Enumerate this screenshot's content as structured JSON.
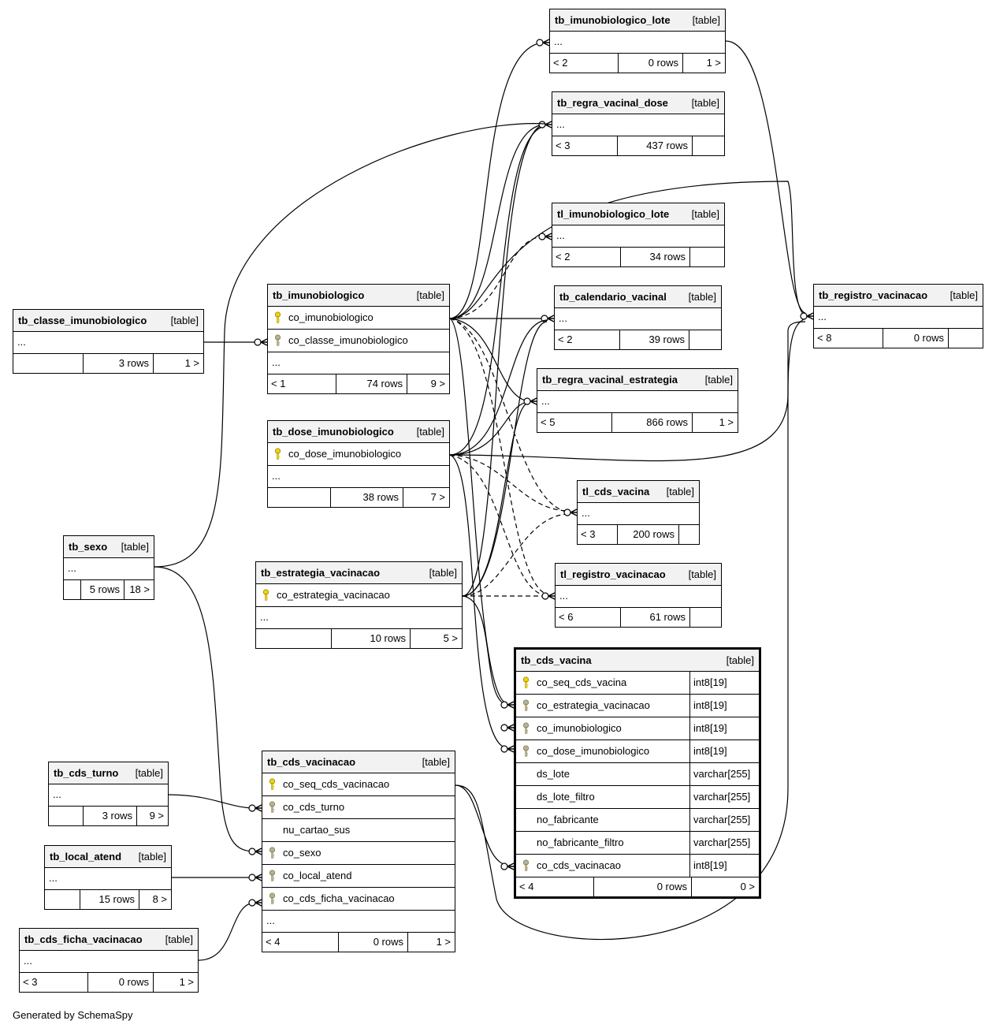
{
  "footer_text": "Generated by SchemaSpy",
  "table_type_label": "[table]",
  "colors": {
    "primary_key": "#f2d500",
    "foreign_key": "#b0b0b0",
    "header_bg": "#f2f2f2"
  },
  "tables": {
    "tb_imunobiologico_lote": {
      "name": "tb_imunobiologico_lote",
      "columns": [],
      "parents": "< 2",
      "rows": "0 rows",
      "children": "1 >"
    },
    "tb_regra_vacinal_dose": {
      "name": "tb_regra_vacinal_dose",
      "columns": [],
      "parents": "< 3",
      "rows": "437 rows",
      "children": ""
    },
    "tl_imunobiologico_lote": {
      "name": "tl_imunobiologico_lote",
      "columns": [],
      "parents": "< 2",
      "rows": "34 rows",
      "children": ""
    },
    "tb_calendario_vacinal": {
      "name": "tb_calendario_vacinal",
      "columns": [],
      "parents": "< 2",
      "rows": "39 rows",
      "children": ""
    },
    "tb_regra_vacinal_estrategia": {
      "name": "tb_regra_vacinal_estrategia",
      "columns": [],
      "parents": "< 5",
      "rows": "866 rows",
      "children": "1 >"
    },
    "tl_cds_vacina": {
      "name": "tl_cds_vacina",
      "columns": [],
      "parents": "< 3",
      "rows": "200 rows",
      "children": ""
    },
    "tl_registro_vacinacao": {
      "name": "tl_registro_vacinacao",
      "columns": [],
      "parents": "< 6",
      "rows": "61 rows",
      "children": ""
    },
    "tb_registro_vacinacao": {
      "name": "tb_registro_vacinacao",
      "columns": [],
      "parents": "< 8",
      "rows": "0 rows",
      "children": ""
    },
    "tb_classe_imunobiologico": {
      "name": "tb_classe_imunobiologico",
      "columns": [],
      "parents": "",
      "rows": "3 rows",
      "children": "1 >"
    },
    "tb_imunobiologico": {
      "name": "tb_imunobiologico",
      "columns": [
        {
          "name": "co_imunobiologico",
          "key": "pk"
        },
        {
          "name": "co_classe_imunobiologico",
          "key": "fk"
        }
      ],
      "parents": "< 1",
      "rows": "74 rows",
      "children": "9 >"
    },
    "tb_dose_imunobiologico": {
      "name": "tb_dose_imunobiologico",
      "columns": [
        {
          "name": "co_dose_imunobiologico",
          "key": "pk"
        }
      ],
      "parents": "",
      "rows": "38 rows",
      "children": "7 >"
    },
    "tb_sexo": {
      "name": "tb_sexo",
      "columns": [],
      "parents": "",
      "rows": "5 rows",
      "children": "18 >"
    },
    "tb_estrategia_vacinacao": {
      "name": "tb_estrategia_vacinacao",
      "columns": [
        {
          "name": "co_estrategia_vacinacao",
          "key": "pk"
        }
      ],
      "parents": "",
      "rows": "10 rows",
      "children": "5 >"
    },
    "tb_cds_vacina": {
      "name": "tb_cds_vacina",
      "columns": [
        {
          "name": "co_seq_cds_vacina",
          "key": "pk",
          "type": "int8[19]"
        },
        {
          "name": "co_estrategia_vacinacao",
          "key": "fk",
          "type": "int8[19]"
        },
        {
          "name": "co_imunobiologico",
          "key": "fk",
          "type": "int8[19]"
        },
        {
          "name": "co_dose_imunobiologico",
          "key": "fk",
          "type": "int8[19]"
        },
        {
          "name": "ds_lote",
          "key": "",
          "type": "varchar[255]"
        },
        {
          "name": "ds_lote_filtro",
          "key": "",
          "type": "varchar[255]"
        },
        {
          "name": "no_fabricante",
          "key": "",
          "type": "varchar[255]"
        },
        {
          "name": "no_fabricante_filtro",
          "key": "",
          "type": "varchar[255]"
        },
        {
          "name": "co_cds_vacinacao",
          "key": "fk",
          "type": "int8[19]"
        }
      ],
      "parents": "< 4",
      "rows": "0 rows",
      "children": "0 >"
    },
    "tb_cds_turno": {
      "name": "tb_cds_turno",
      "columns": [],
      "parents": "",
      "rows": "3 rows",
      "children": "9 >"
    },
    "tb_local_atend": {
      "name": "tb_local_atend",
      "columns": [],
      "parents": "",
      "rows": "15 rows",
      "children": "8 >"
    },
    "tb_cds_ficha_vacinacao": {
      "name": "tb_cds_ficha_vacinacao",
      "columns": [],
      "parents": "< 3",
      "rows": "0 rows",
      "children": "1 >"
    },
    "tb_cds_vacinacao": {
      "name": "tb_cds_vacinacao",
      "columns": [
        {
          "name": "co_seq_cds_vacinacao",
          "key": "pk"
        },
        {
          "name": "co_cds_turno",
          "key": "fk"
        },
        {
          "name": "nu_cartao_sus",
          "key": ""
        },
        {
          "name": "co_sexo",
          "key": "fk"
        },
        {
          "name": "co_local_atend",
          "key": "fk"
        },
        {
          "name": "co_cds_ficha_vacinacao",
          "key": "fk"
        }
      ],
      "parents": "< 4",
      "rows": "0 rows",
      "children": "1 >"
    }
  }
}
